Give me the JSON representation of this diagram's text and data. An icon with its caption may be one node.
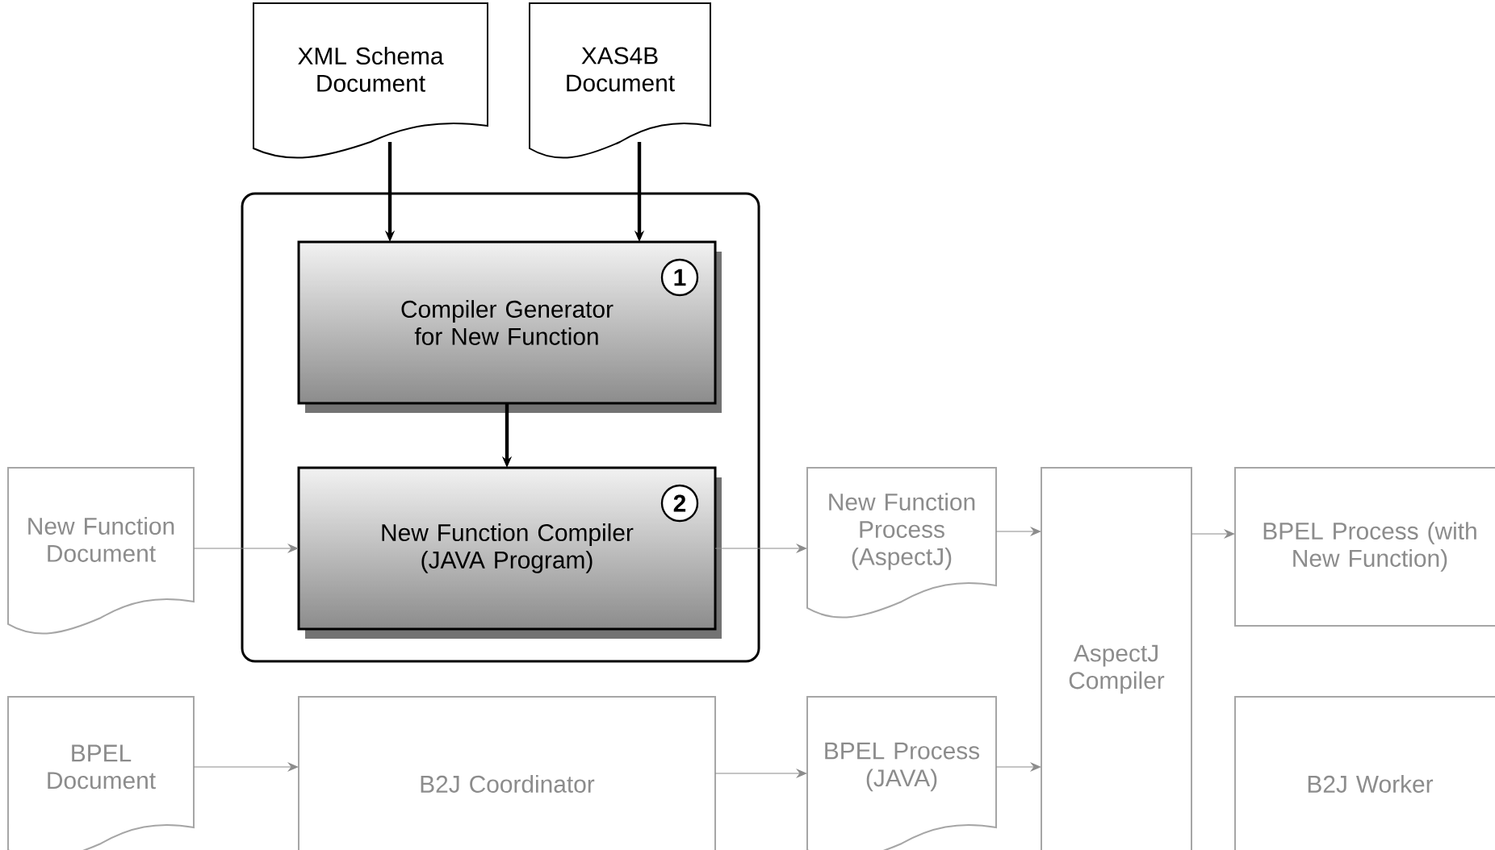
{
  "diagram": {
    "nodes": [
      {
        "text": [
          "XML Schema Document"
        ]
      },
      {
        "text": [
          "XAS4B Document"
        ]
      },
      {
        "text": [],
        "shape": "box"
      },
      {
        "text": [
          "Compiler Generator for New Function",
          "1"
        ],
        "in": 2
      },
      {
        "text": [
          "New Function Compiler (JAVA Program)",
          "2"
        ],
        "in": 2
      },
      {
        "text": [
          "New Function Document"
        ]
      },
      {
        "text": [
          "New Function Process (AspectJ)"
        ]
      },
      {
        "text": [
          "AspectJ Compiler"
        ]
      },
      {
        "text": [
          "BPEL Process (with New Function)"
        ]
      },
      {
        "text": [
          "BPEL Document"
        ]
      },
      {
        "text": [
          "B2J Coordinator"
        ]
      },
      {
        "text": [
          "BPEL Process (JAVA)"
        ]
      },
      {
        "text": [
          "B2J Worker"
        ]
      }
    ],
    "edges": [
      {
        "from": 0,
        "to": 3,
        "arrow": "to",
        "style": "thick",
        "color": "#000000"
      },
      {
        "from": 1,
        "to": 3,
        "arrow": "to",
        "style": "thick",
        "color": "#000000"
      },
      {
        "from": 3,
        "to": 4,
        "arrow": "to",
        "style": "thick",
        "color": "#000000"
      },
      {
        "from": 5,
        "to": 4,
        "arrow": "to"
      },
      {
        "from": 4,
        "to": 6,
        "arrow": "to"
      },
      {
        "from": 6,
        "to": 7,
        "arrow": "to"
      },
      {
        "from": 7,
        "to": 8,
        "arrow": "to"
      },
      {
        "from": 9,
        "to": 10,
        "arrow": "to"
      },
      {
        "from": 10,
        "to": 11,
        "arrow": "to"
      },
      {
        "from": 11,
        "to": 7,
        "arrow": "to"
      }
    ]
  }
}
